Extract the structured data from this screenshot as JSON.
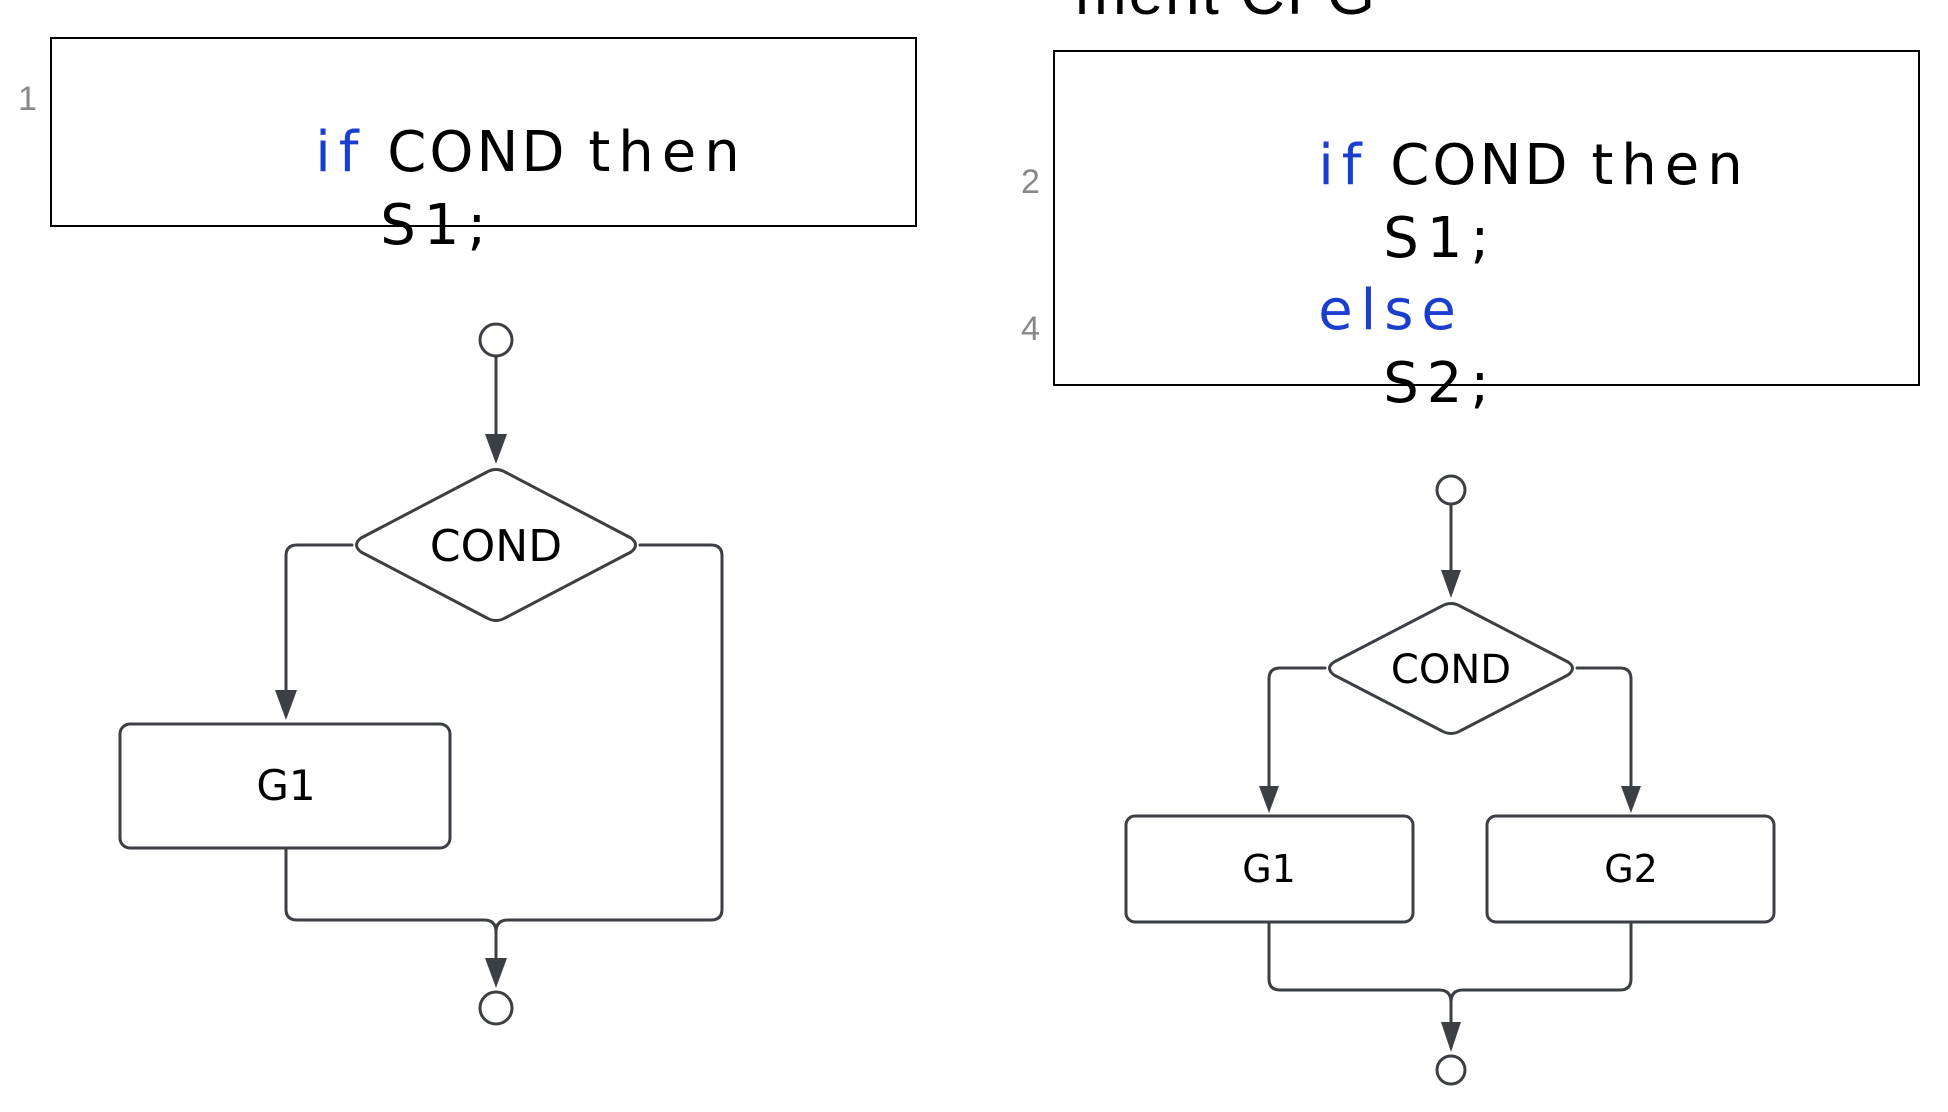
{
  "header_fragment": "ment CFG",
  "left": {
    "line_numbers": [
      "1"
    ],
    "code": {
      "kw_if": "if",
      "cond_word": "COND",
      "kw_then": "then",
      "stmt1": "S1;"
    },
    "flow": {
      "cond_label": "COND",
      "g1_label": "G1"
    }
  },
  "right": {
    "line_numbers": [
      "2",
      "4"
    ],
    "code": {
      "kw_if": "if",
      "cond_word": "COND",
      "kw_then": "then",
      "stmt1": "S1;",
      "kw_else": "else",
      "stmt2": "S2;"
    },
    "flow": {
      "cond_label": "COND",
      "g1_label": "G1",
      "g2_label": "G2"
    }
  },
  "colors": {
    "keyword": "#1a3fd0",
    "text": "#000000",
    "line_number": "#888888",
    "flow_stroke": "#3c3f44"
  }
}
